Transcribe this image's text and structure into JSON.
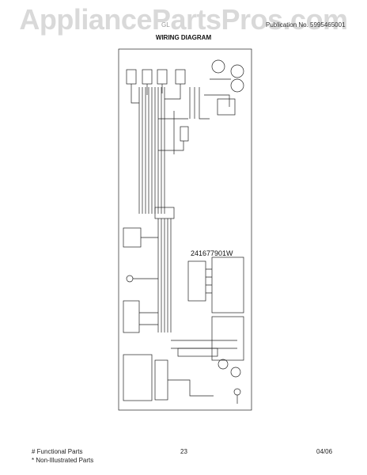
{
  "watermark": "AppliancePartsPros.com",
  "header": {
    "left": "GL",
    "right": "Publication No. 5995465001"
  },
  "title": "WIRING DIAGRAM",
  "diagram_part_number": "241677901W",
  "footer": {
    "functional": "# Functional Parts",
    "non_illustrated": "* Non-Illustrated Parts",
    "page": "23",
    "date": "04/06"
  },
  "colors": {
    "line": "#222222",
    "watermark": "#d9d9d9"
  }
}
